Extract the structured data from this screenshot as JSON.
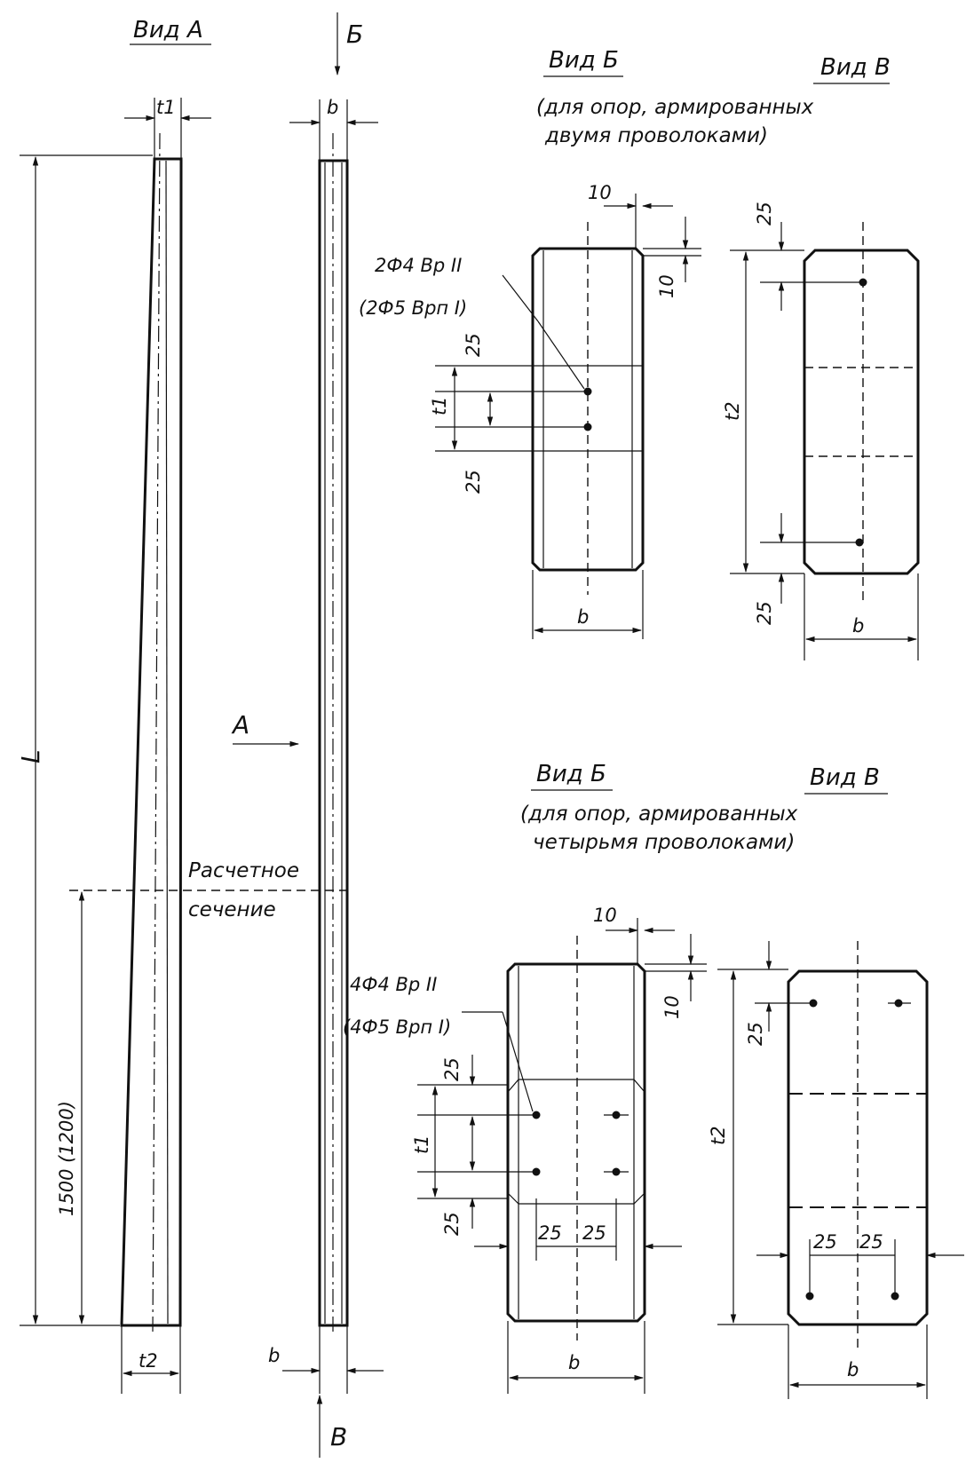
{
  "views": {
    "vid_a": "Вид А",
    "vid_b_1": "Вид Б",
    "vid_v_1": "Вид В",
    "note_1_line1": "(для опор, армированных",
    "note_1_line2": "двумя проволоками)",
    "vid_b_2": "Вид Б",
    "vid_v_2": "Вид В",
    "note_2_line1": "(для опор, армированных",
    "note_2_line2": "четырьмя проволоками)"
  },
  "arrows": {
    "b_top": "Б",
    "v_bottom": "В",
    "a_side": "А"
  },
  "section": {
    "line1": "Расчетное",
    "line2": "сечение"
  },
  "dims": {
    "t1": "t1",
    "t2": "t2",
    "b": "b",
    "L": "L",
    "len": "1500 (1200)",
    "d10": "10",
    "d25": "25"
  },
  "rebar": {
    "two_main": "2Ф4 Вр II",
    "two_alt": "(2Ф5 Врп I)",
    "four_main": "4Ф4 Вр II",
    "four_alt": "(4Ф5 Врп I)"
  }
}
